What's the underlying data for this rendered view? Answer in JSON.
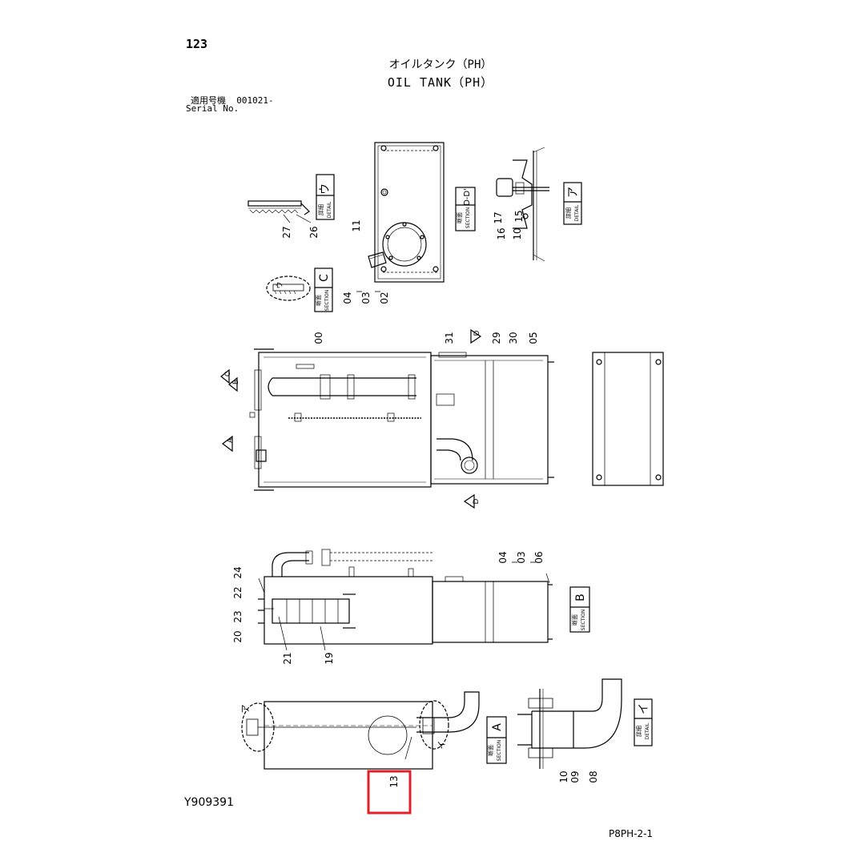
{
  "header": {
    "page_number": "123",
    "title_jp": "オイルタンク（PH）",
    "title_en": "OIL TANK（PH）",
    "applies_label": "適用号機",
    "serial_value": "001021-",
    "serial_label": "Serial No."
  },
  "footer": {
    "drawing_code": "Y909391",
    "page_ref": "P8PH-2-1"
  },
  "labels": {
    "section_jp": "断面",
    "section_en": "SECTION",
    "detail_jp": "詳細",
    "detail_en": "DETAIL",
    "mark_c": "C",
    "mark_b": "B",
    "mark_a": "A",
    "mark_dd": "D-D'",
    "mark_d": "D",
    "mark_u": "ウ",
    "mark_a_kana": "ア",
    "mark_i_kana": "イ"
  },
  "part_numbers": {
    "p00": "00",
    "p02": "02",
    "p03": "03",
    "p04": "04",
    "p05": "05",
    "p06": "06",
    "p08": "08",
    "p09": "09",
    "p10": "10",
    "p11": "11",
    "p13": "13",
    "p15": "15",
    "p16": "16",
    "p17": "17",
    "p19": "19",
    "p20": "20",
    "p21": "21",
    "p22": "22",
    "p23": "23",
    "p24": "24",
    "p26": "26",
    "p27": "27",
    "p29": "29",
    "p30": "30",
    "p31": "31"
  },
  "highlight": {
    "color": "#e0202a"
  }
}
